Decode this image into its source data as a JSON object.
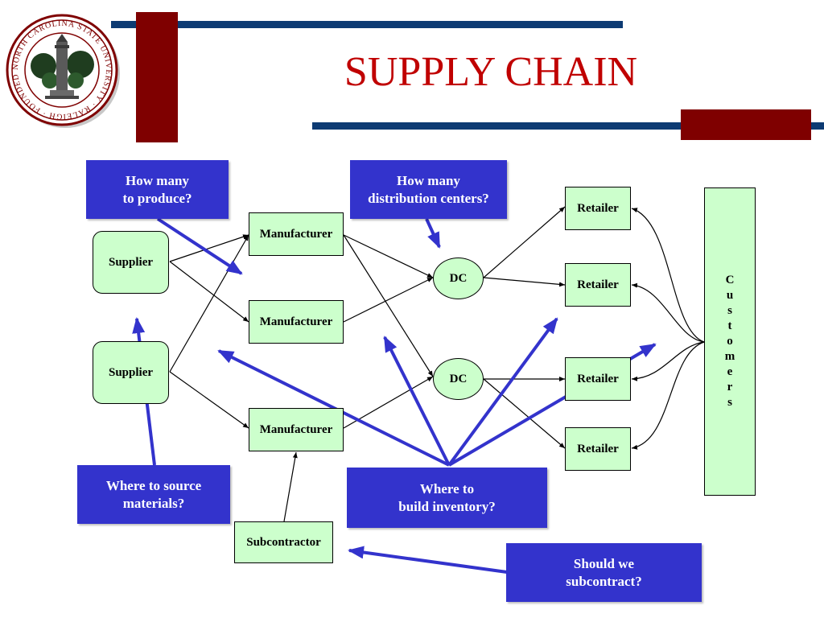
{
  "title": "SUPPLY CHAIN",
  "colors": {
    "title": "#c00000",
    "navy": "#0d3b73",
    "maroon": "#7f0000",
    "question_box": "#3333cc",
    "node_fill": "#ccffcc",
    "arrow_blue": "#3333cc"
  },
  "logo": {
    "icon": "university-seal-icon",
    "text": "NORTH CAROLINA STATE UNIVERSITY · RALEIGH · FOUNDED MARCH 1889"
  },
  "nodes": {
    "supplier_1": "Supplier",
    "supplier_2": "Supplier",
    "manufacturer_1": "Manufacturer",
    "manufacturer_2": "Manufacturer",
    "manufacturer_3": "Manufacturer",
    "dc_1": "DC",
    "dc_2": "DC",
    "retailer_1": "Retailer",
    "retailer_2": "Retailer",
    "retailer_3": "Retailer",
    "retailer_4": "Retailer",
    "subcontractor": "Subcontractor",
    "customers": [
      "C",
      "u",
      "s",
      "t",
      "o",
      "m",
      "e",
      "r",
      "s"
    ]
  },
  "questions": {
    "produce": "How many\nto produce?",
    "dcs": "How many\ndistribution centers?",
    "source": "Where to source\nmaterials?",
    "inventory": "Where to\nbuild inventory?",
    "subcontract": "Should we\nsubcontract?"
  }
}
